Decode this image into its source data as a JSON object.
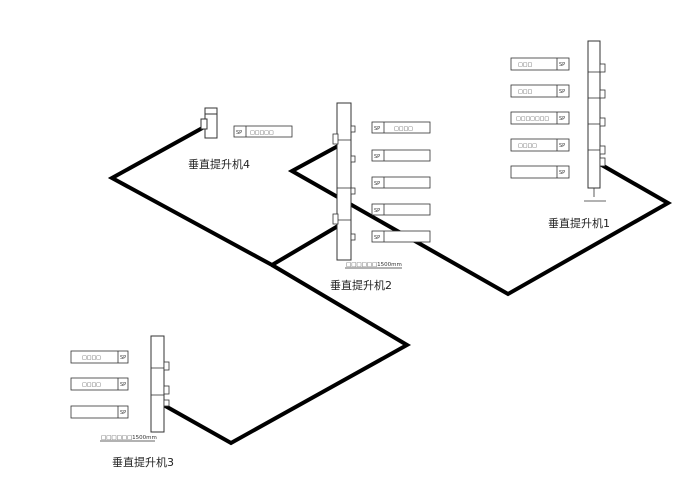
{
  "diagram": {
    "line_color": "#000000",
    "stroke_color": "#333333",
    "lifts": [
      {
        "id": "lift1",
        "label": "垂直提升机1",
        "floor_note": "",
        "panels": [
          {
            "text": "□□□",
            "tag": "SP"
          },
          {
            "text": "□□□",
            "tag": "SP"
          },
          {
            "text": "□□□□□□□",
            "tag": "SP"
          },
          {
            "text": "□□□□",
            "tag": "SP"
          },
          {
            "text": "",
            "tag": "SP"
          }
        ]
      },
      {
        "id": "lift2",
        "label": "垂直提升机2",
        "floor_note": "□□□□□□1500mm",
        "panels": [
          {
            "text": "□□□□",
            "tag": "SP"
          },
          {
            "text": "",
            "tag": "SP"
          },
          {
            "text": "",
            "tag": "SP"
          },
          {
            "text": "",
            "tag": "SP"
          },
          {
            "text": "",
            "tag": "SP"
          }
        ]
      },
      {
        "id": "lift3",
        "label": "垂直提升机3",
        "floor_note": "□□□□□□1500mm",
        "panels": [
          {
            "text": "□□□□",
            "tag": "SP"
          },
          {
            "text": "□□□□",
            "tag": "SP"
          },
          {
            "text": "",
            "tag": "SP"
          }
        ]
      },
      {
        "id": "lift4",
        "label": "垂直提升机4",
        "floor_note": "",
        "panels": [
          {
            "text": "□□□□□",
            "tag": "SP"
          }
        ]
      }
    ]
  }
}
